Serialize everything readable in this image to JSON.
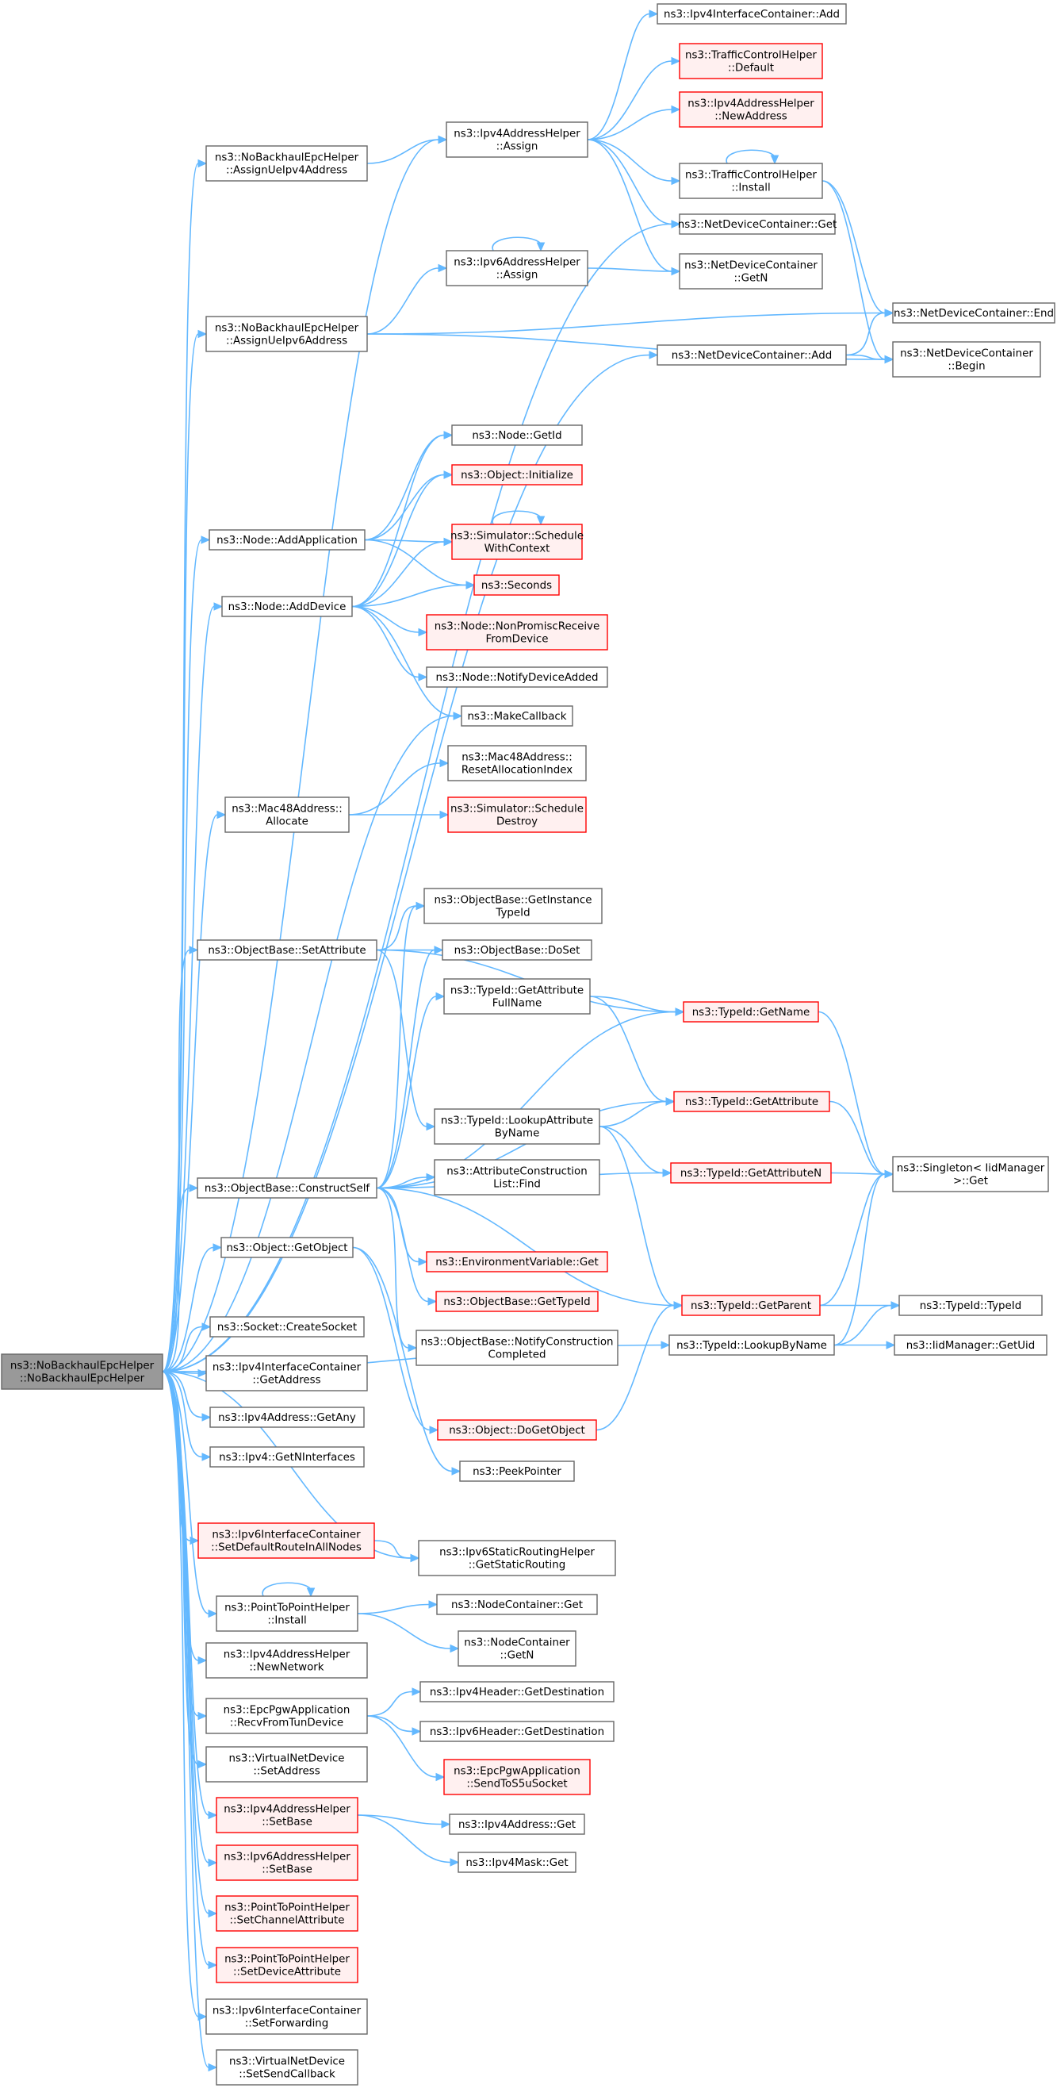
{
  "nodes": [
    {
      "id": "root",
      "lines": [
        "ns3::NoBackhaulEpcHelper",
        "::NoBackhaulEpcHelper"
      ],
      "kind": "root"
    },
    {
      "id": "n1",
      "lines": [
        "ns3::NoBackhaulEpcHelper",
        "::AssignUeIpv4Address"
      ],
      "kind": "black"
    },
    {
      "id": "n2",
      "lines": [
        "ns3::Ipv4AddressHelper",
        "::Assign"
      ],
      "kind": "black"
    },
    {
      "id": "n3",
      "lines": [
        "ns3::Ipv4InterfaceContainer::Add"
      ],
      "kind": "black"
    },
    {
      "id": "n4",
      "lines": [
        "ns3::TrafficControlHelper",
        "::Default"
      ],
      "kind": "red"
    },
    {
      "id": "n5",
      "lines": [
        "ns3::Ipv4AddressHelper",
        "::NewAddress"
      ],
      "kind": "red"
    },
    {
      "id": "n6",
      "lines": [
        "ns3::TrafficControlHelper",
        "::Install"
      ],
      "kind": "black"
    },
    {
      "id": "n7",
      "lines": [
        "ns3::NetDeviceContainer::Get"
      ],
      "kind": "black"
    },
    {
      "id": "n8",
      "lines": [
        "ns3::NetDeviceContainer",
        "::GetN"
      ],
      "kind": "black"
    },
    {
      "id": "n9",
      "lines": [
        "ns3::Ipv6AddressHelper",
        "::Assign"
      ],
      "kind": "black"
    },
    {
      "id": "n10",
      "lines": [
        "ns3::NoBackhaulEpcHelper",
        "::AssignUeIpv6Address"
      ],
      "kind": "black"
    },
    {
      "id": "n11",
      "lines": [
        "ns3::NetDeviceContainer::End"
      ],
      "kind": "black"
    },
    {
      "id": "n12",
      "lines": [
        "ns3::NetDeviceContainer::Add"
      ],
      "kind": "black"
    },
    {
      "id": "n13",
      "lines": [
        "ns3::NetDeviceContainer",
        "::Begin"
      ],
      "kind": "black"
    },
    {
      "id": "n14",
      "lines": [
        "ns3::Node::GetId"
      ],
      "kind": "black"
    },
    {
      "id": "n15",
      "lines": [
        "ns3::Object::Initialize"
      ],
      "kind": "red"
    },
    {
      "id": "n16",
      "lines": [
        "ns3::Node::AddApplication"
      ],
      "kind": "black"
    },
    {
      "id": "n17",
      "lines": [
        "ns3::Simulator::Schedule",
        "WithContext"
      ],
      "kind": "red"
    },
    {
      "id": "n18",
      "lines": [
        "ns3::Seconds"
      ],
      "kind": "red"
    },
    {
      "id": "n19",
      "lines": [
        "ns3::Node::AddDevice"
      ],
      "kind": "black"
    },
    {
      "id": "n20",
      "lines": [
        "ns3::Node::NonPromiscReceive",
        "FromDevice"
      ],
      "kind": "red"
    },
    {
      "id": "n21",
      "lines": [
        "ns3::Node::NotifyDeviceAdded"
      ],
      "kind": "black"
    },
    {
      "id": "n22",
      "lines": [
        "ns3::MakeCallback"
      ],
      "kind": "black"
    },
    {
      "id": "n23",
      "lines": [
        "ns3::Mac48Address::",
        "ResetAllocationIndex"
      ],
      "kind": "black"
    },
    {
      "id": "n24",
      "lines": [
        "ns3::Mac48Address::",
        "Allocate"
      ],
      "kind": "black"
    },
    {
      "id": "n25",
      "lines": [
        "ns3::Simulator::Schedule",
        "Destroy"
      ],
      "kind": "red"
    },
    {
      "id": "n26",
      "lines": [
        "ns3::ObjectBase::GetInstance",
        "TypeId"
      ],
      "kind": "black"
    },
    {
      "id": "n27",
      "lines": [
        "ns3::ObjectBase::SetAttribute"
      ],
      "kind": "black"
    },
    {
      "id": "n28",
      "lines": [
        "ns3::ObjectBase::DoSet"
      ],
      "kind": "black"
    },
    {
      "id": "n29",
      "lines": [
        "ns3::TypeId::GetAttribute",
        "FullName"
      ],
      "kind": "black"
    },
    {
      "id": "n30",
      "lines": [
        "ns3::TypeId::GetName"
      ],
      "kind": "red"
    },
    {
      "id": "n31",
      "lines": [
        "ns3::TypeId::GetAttribute"
      ],
      "kind": "red"
    },
    {
      "id": "n32",
      "lines": [
        "ns3::TypeId::LookupAttribute",
        "ByName"
      ],
      "kind": "black"
    },
    {
      "id": "n33",
      "lines": [
        "ns3::Singleton< IidManager",
        ">::Get"
      ],
      "kind": "black"
    },
    {
      "id": "n34",
      "lines": [
        "ns3::TypeId::GetAttributeN"
      ],
      "kind": "red"
    },
    {
      "id": "n35",
      "lines": [
        "ns3::ObjectBase::ConstructSelf"
      ],
      "kind": "black"
    },
    {
      "id": "n36",
      "lines": [
        "ns3::AttributeConstruction",
        "List::Find"
      ],
      "kind": "black"
    },
    {
      "id": "n37",
      "lines": [
        "ns3::Object::GetObject"
      ],
      "kind": "black"
    },
    {
      "id": "n38",
      "lines": [
        "ns3::EnvironmentVariable::Get"
      ],
      "kind": "red"
    },
    {
      "id": "n39",
      "lines": [
        "ns3::ObjectBase::GetTypeId"
      ],
      "kind": "red"
    },
    {
      "id": "n40",
      "lines": [
        "ns3::TypeId::GetParent"
      ],
      "kind": "red"
    },
    {
      "id": "n41",
      "lines": [
        "ns3::TypeId::TypeId"
      ],
      "kind": "black"
    },
    {
      "id": "n42",
      "lines": [
        "ns3::Socket::CreateSocket"
      ],
      "kind": "black"
    },
    {
      "id": "n43",
      "lines": [
        "ns3::ObjectBase::NotifyConstruction",
        "Completed"
      ],
      "kind": "black"
    },
    {
      "id": "n44",
      "lines": [
        "ns3::TypeId::LookupByName"
      ],
      "kind": "black"
    },
    {
      "id": "n45",
      "lines": [
        "ns3::IidManager::GetUid"
      ],
      "kind": "black"
    },
    {
      "id": "n46",
      "lines": [
        "ns3::Ipv4InterfaceContainer",
        "::GetAddress"
      ],
      "kind": "black"
    },
    {
      "id": "n47",
      "lines": [
        "ns3::Ipv4Address::GetAny"
      ],
      "kind": "black"
    },
    {
      "id": "n48",
      "lines": [
        "ns3::Object::DoGetObject"
      ],
      "kind": "red"
    },
    {
      "id": "n49",
      "lines": [
        "ns3::Ipv4::GetNInterfaces"
      ],
      "kind": "black"
    },
    {
      "id": "n50",
      "lines": [
        "ns3::PeekPointer"
      ],
      "kind": "black"
    },
    {
      "id": "n51",
      "lines": [
        "ns3::Ipv6InterfaceContainer",
        "::SetDefaultRouteInAllNodes"
      ],
      "kind": "red"
    },
    {
      "id": "n52",
      "lines": [
        "ns3::Ipv6StaticRoutingHelper",
        "::GetStaticRouting"
      ],
      "kind": "black"
    },
    {
      "id": "n53",
      "lines": [
        "ns3::PointToPointHelper",
        "::Install"
      ],
      "kind": "black"
    },
    {
      "id": "n54",
      "lines": [
        "ns3::NodeContainer::Get"
      ],
      "kind": "black"
    },
    {
      "id": "n55",
      "lines": [
        "ns3::NodeContainer",
        "::GetN"
      ],
      "kind": "black"
    },
    {
      "id": "n56",
      "lines": [
        "ns3::Ipv4AddressHelper",
        "::NewNetwork"
      ],
      "kind": "black"
    },
    {
      "id": "n57",
      "lines": [
        "ns3::Ipv4Header::GetDestination"
      ],
      "kind": "black"
    },
    {
      "id": "n58",
      "lines": [
        "ns3::EpcPgwApplication",
        "::RecvFromTunDevice"
      ],
      "kind": "black"
    },
    {
      "id": "n59",
      "lines": [
        "ns3::Ipv6Header::GetDestination"
      ],
      "kind": "black"
    },
    {
      "id": "n60",
      "lines": [
        "ns3::VirtualNetDevice",
        "::SetAddress"
      ],
      "kind": "black"
    },
    {
      "id": "n61",
      "lines": [
        "ns3::EpcPgwApplication",
        "::SendToS5uSocket"
      ],
      "kind": "red"
    },
    {
      "id": "n62",
      "lines": [
        "ns3::Ipv4AddressHelper",
        "::SetBase"
      ],
      "kind": "red"
    },
    {
      "id": "n63",
      "lines": [
        "ns3::Ipv4Address::Get"
      ],
      "kind": "black"
    },
    {
      "id": "n64",
      "lines": [
        "ns3::Ipv4Mask::Get"
      ],
      "kind": "black"
    },
    {
      "id": "n65",
      "lines": [
        "ns3::Ipv6AddressHelper",
        "::SetBase"
      ],
      "kind": "red"
    },
    {
      "id": "n66",
      "lines": [
        "ns3::PointToPointHelper",
        "::SetChannelAttribute"
      ],
      "kind": "red"
    },
    {
      "id": "n67",
      "lines": [
        "ns3::PointToPointHelper",
        "::SetDeviceAttribute"
      ],
      "kind": "red"
    },
    {
      "id": "n68",
      "lines": [
        "ns3::Ipv6InterfaceContainer",
        "::SetForwarding"
      ],
      "kind": "black"
    },
    {
      "id": "n69",
      "lines": [
        "ns3::VirtualNetDevice",
        "::SetSendCallback"
      ],
      "kind": "black"
    }
  ],
  "edges": [
    [
      "root",
      "n1"
    ],
    [
      "root",
      "n10"
    ],
    [
      "root",
      "n16"
    ],
    [
      "root",
      "n19"
    ],
    [
      "root",
      "n22"
    ],
    [
      "root",
      "n24"
    ],
    [
      "root",
      "n27"
    ],
    [
      "root",
      "n35"
    ],
    [
      "root",
      "n37"
    ],
    [
      "root",
      "n42"
    ],
    [
      "root",
      "n46"
    ],
    [
      "root",
      "n47"
    ],
    [
      "root",
      "n49"
    ],
    [
      "root",
      "n51"
    ],
    [
      "root",
      "n52"
    ],
    [
      "root",
      "n53"
    ],
    [
      "root",
      "n56"
    ],
    [
      "root",
      "n58"
    ],
    [
      "root",
      "n60"
    ],
    [
      "root",
      "n62"
    ],
    [
      "root",
      "n65"
    ],
    [
      "root",
      "n66"
    ],
    [
      "root",
      "n67"
    ],
    [
      "root",
      "n68"
    ],
    [
      "root",
      "n69"
    ],
    [
      "root",
      "n2"
    ],
    [
      "root",
      "n7"
    ],
    [
      "root",
      "n12"
    ],
    [
      "root",
      "n44"
    ],
    [
      "n1",
      "n2"
    ],
    [
      "n2",
      "n3"
    ],
    [
      "n2",
      "n4"
    ],
    [
      "n2",
      "n5"
    ],
    [
      "n2",
      "n6"
    ],
    [
      "n2",
      "n7"
    ],
    [
      "n2",
      "n8"
    ],
    [
      "n6",
      "n6"
    ],
    [
      "n6",
      "n11"
    ],
    [
      "n6",
      "n13"
    ],
    [
      "n10",
      "n9"
    ],
    [
      "n10",
      "n11"
    ],
    [
      "n10",
      "n13"
    ],
    [
      "n9",
      "n9"
    ],
    [
      "n9",
      "n8"
    ],
    [
      "n12",
      "n11"
    ],
    [
      "n12",
      "n13"
    ],
    [
      "n16",
      "n14"
    ],
    [
      "n16",
      "n15"
    ],
    [
      "n16",
      "n17"
    ],
    [
      "n16",
      "n18"
    ],
    [
      "n17",
      "n17"
    ],
    [
      "n19",
      "n14"
    ],
    [
      "n19",
      "n15"
    ],
    [
      "n19",
      "n17"
    ],
    [
      "n19",
      "n18"
    ],
    [
      "n19",
      "n20"
    ],
    [
      "n19",
      "n21"
    ],
    [
      "n19",
      "n22"
    ],
    [
      "n24",
      "n23"
    ],
    [
      "n24",
      "n25"
    ],
    [
      "n27",
      "n26"
    ],
    [
      "n27",
      "n28"
    ],
    [
      "n27",
      "n30"
    ],
    [
      "n27",
      "n32"
    ],
    [
      "n29",
      "n30"
    ],
    [
      "n29",
      "n31"
    ],
    [
      "n30",
      "n33"
    ],
    [
      "n31",
      "n33"
    ],
    [
      "n32",
      "n31"
    ],
    [
      "n32",
      "n34"
    ],
    [
      "n32",
      "n40"
    ],
    [
      "n34",
      "n33"
    ],
    [
      "n35",
      "n26"
    ],
    [
      "n35",
      "n28"
    ],
    [
      "n35",
      "n29"
    ],
    [
      "n35",
      "n30"
    ],
    [
      "n35",
      "n31"
    ],
    [
      "n35",
      "n34"
    ],
    [
      "n35",
      "n36"
    ],
    [
      "n35",
      "n38"
    ],
    [
      "n35",
      "n39"
    ],
    [
      "n35",
      "n40"
    ],
    [
      "n35",
      "n43"
    ],
    [
      "n37",
      "n48"
    ],
    [
      "n37",
      "n50"
    ],
    [
      "n48",
      "n40"
    ],
    [
      "n40",
      "n33"
    ],
    [
      "n40",
      "n41"
    ],
    [
      "n44",
      "n45"
    ],
    [
      "n44",
      "n41"
    ],
    [
      "n44",
      "n33"
    ],
    [
      "n51",
      "n52"
    ],
    [
      "n53",
      "n53"
    ],
    [
      "n53",
      "n54"
    ],
    [
      "n53",
      "n55"
    ],
    [
      "n58",
      "n57"
    ],
    [
      "n58",
      "n59"
    ],
    [
      "n58",
      "n61"
    ],
    [
      "n62",
      "n63"
    ],
    [
      "n62",
      "n64"
    ]
  ]
}
